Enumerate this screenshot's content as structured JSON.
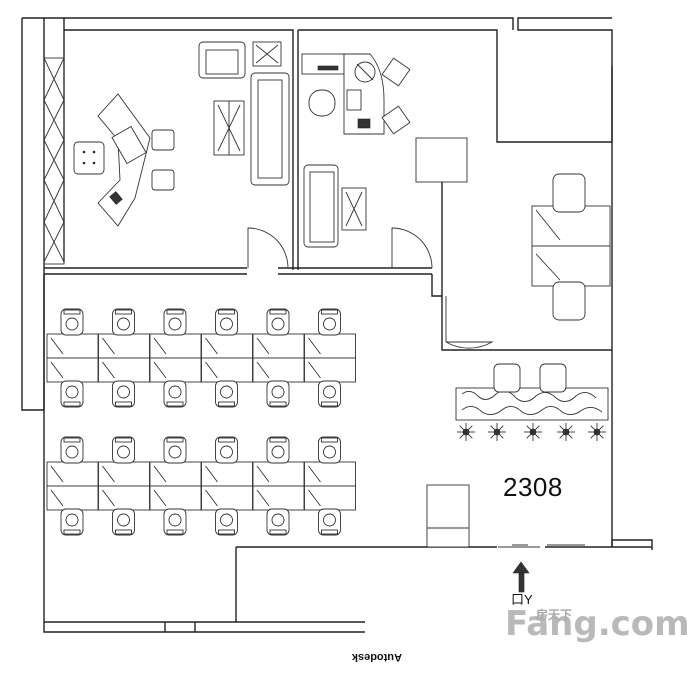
{
  "room_number": "2308",
  "footer_label": "Autodesk",
  "entrance_label": "口Y",
  "watermark": {
    "brand": "Fang.com",
    "sub_text": "房天下"
  },
  "colors": {
    "line": "#222222",
    "background": "#ffffff",
    "watermark": "#b9b9b9"
  },
  "icons": [
    "desk-chair-icon",
    "potted-plant-icon",
    "sofa-icon",
    "door-swing-icon",
    "entrance-arrow-icon",
    "flower-planter-icon"
  ]
}
